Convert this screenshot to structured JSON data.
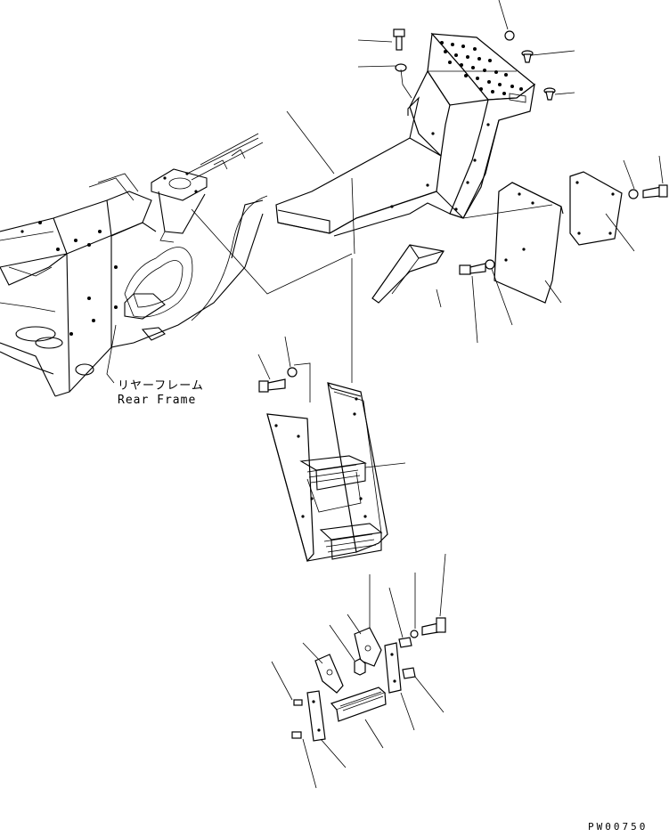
{
  "diagram": {
    "rear_frame_label_jp": "リヤーフレーム",
    "rear_frame_label_en": "Rear Frame",
    "drawing_code": "PW00750"
  }
}
